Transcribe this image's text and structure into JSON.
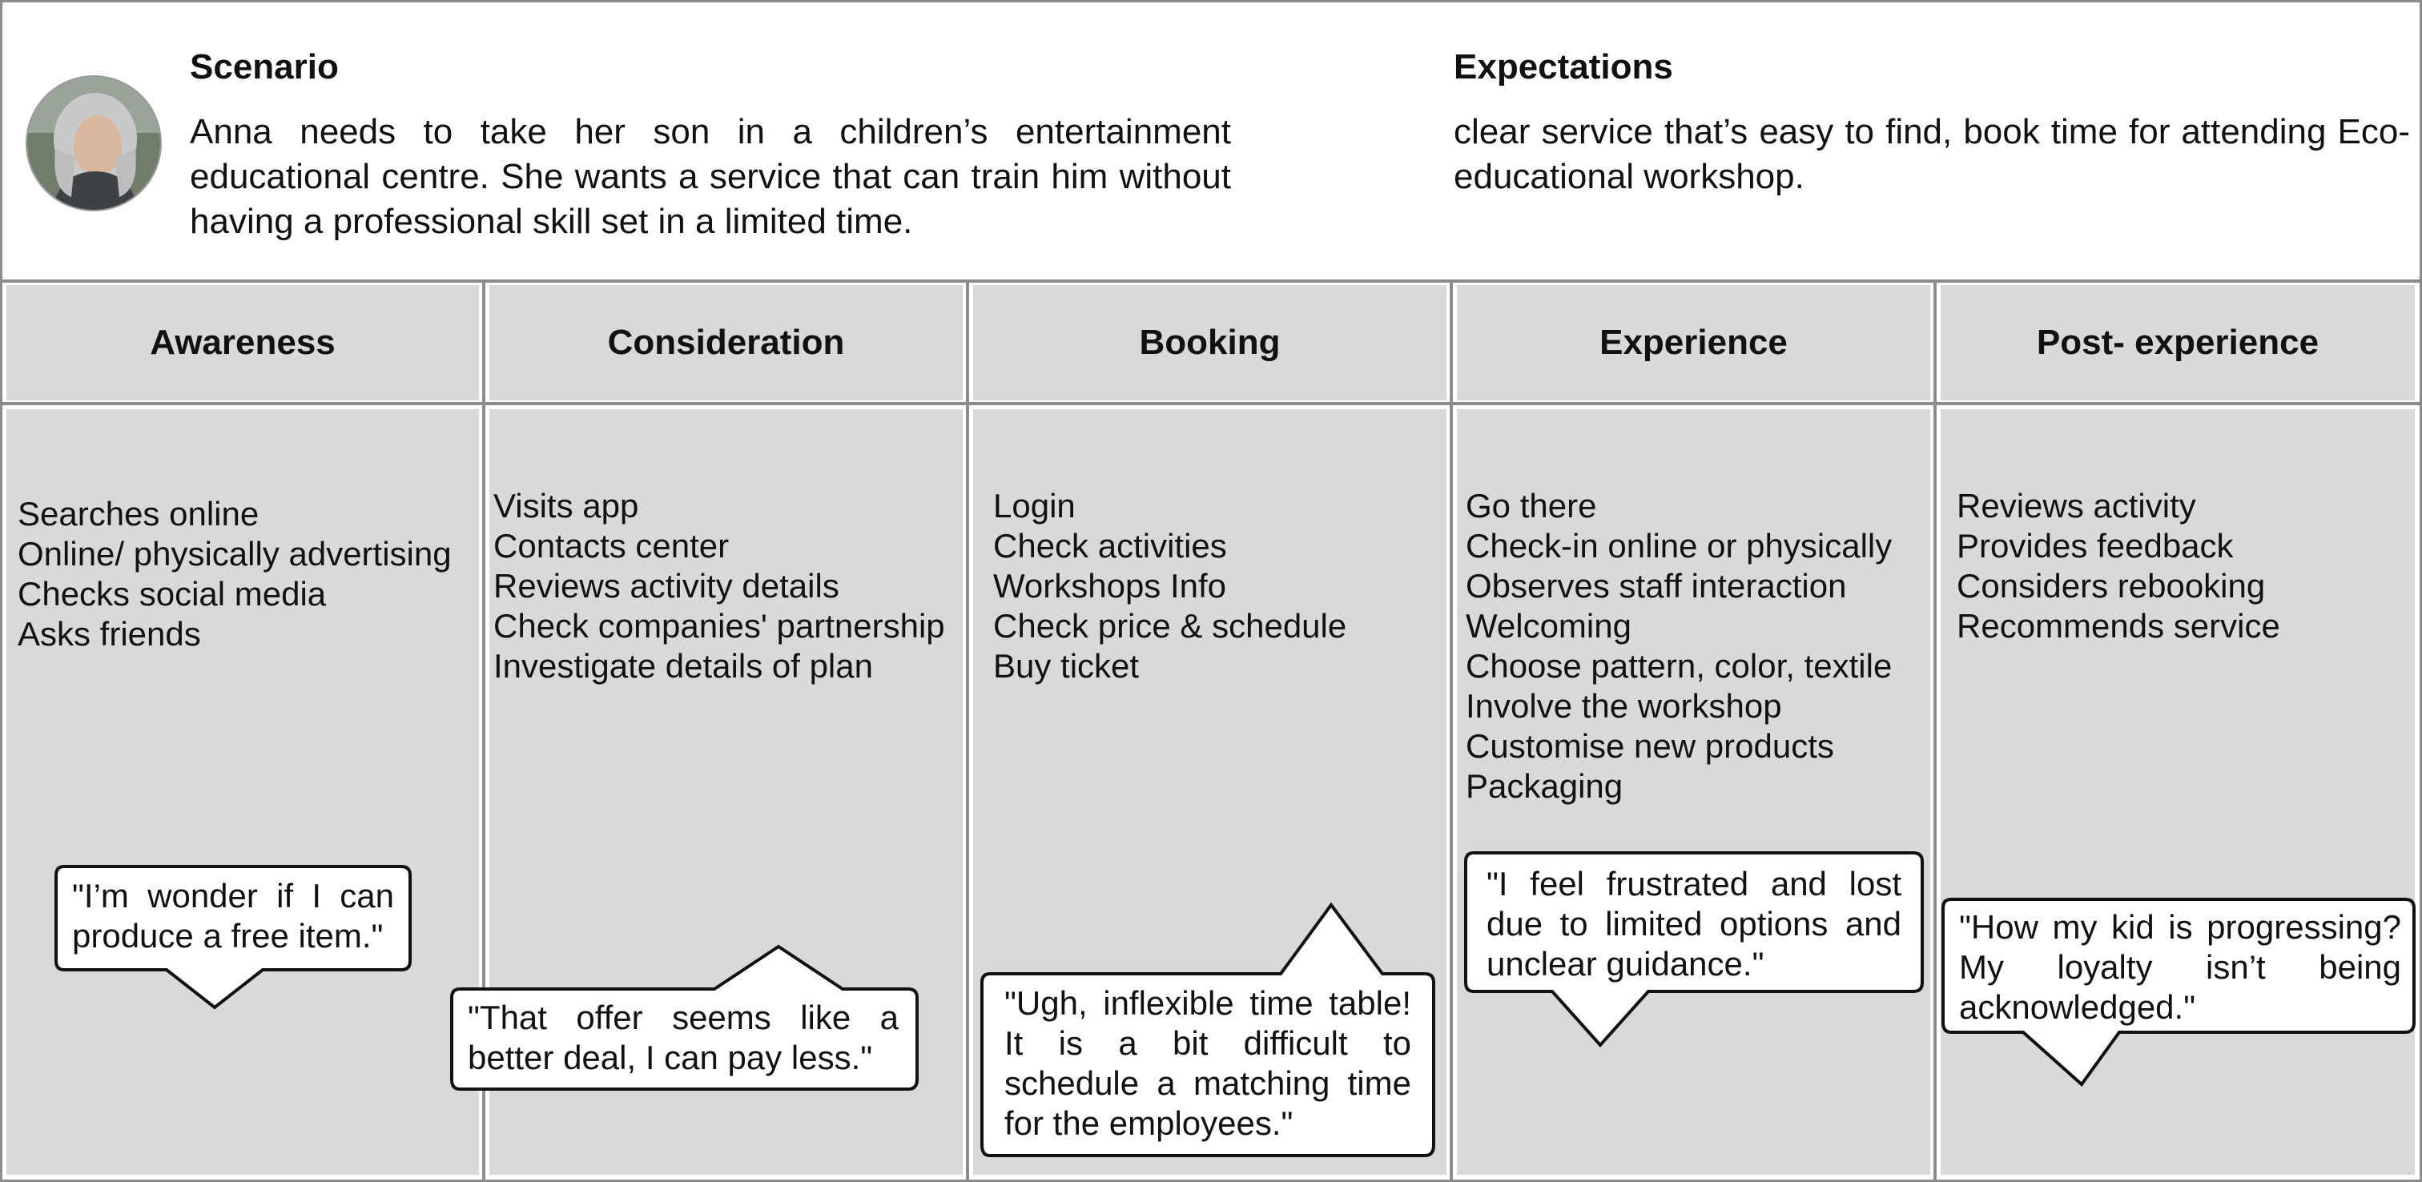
{
  "persona": {
    "scenario_title": "Scenario",
    "scenario_text": "Anna needs to take her son in a children’s entertainment educational centre. She wants a service that can train him without having a professional skill set in a limited time.",
    "expectations_title": "Expectations",
    "expectations_text": "clear service that’s easy to find, book time for attending Eco-educational workshop."
  },
  "stages": [
    {
      "title": "Awareness",
      "actions": [
        "Searches online",
        "Online/ physically advertising",
        "Checks social media",
        "Asks friends"
      ],
      "quote": "\"I’m wonder if I can produce a free item.\""
    },
    {
      "title": "Consideration",
      "actions": [
        "Visits app",
        "Contacts center",
        "Reviews activity details",
        "Check companies' partnership",
        "Investigate details of plan"
      ],
      "quote": "\"That offer seems like a better deal, I can pay less.\""
    },
    {
      "title": "Booking",
      "actions": [
        "Login",
        "Check activities",
        "Workshops Info",
        "Check price & schedule",
        "Buy ticket"
      ],
      "quote": "\"Ugh, inflexible time table! It is a bit difficult to schedule a matching time for the employees.\""
    },
    {
      "title": "Experience",
      "actions": [
        "Go there",
        "Check-in online or physically",
        "Observes staff interaction",
        "Welcoming",
        "Choose pattern, color, textile",
        "Involve the workshop",
        "Customise new products",
        "Packaging"
      ],
      "quote": "\"I feel frustrated and lost due to limited options and unclear guidance.\""
    },
    {
      "title": "Post- experience",
      "actions": [
        "Reviews activity",
        "Provides feedback",
        "Considers rebooking",
        "Recommends service"
      ],
      "quote": "\"How my kid is progressing? My loyalty isn’t being acknowledged.\""
    }
  ],
  "colors": {
    "stage_fill": "#d9d9d9",
    "grid_line": "#8c8c8c",
    "bubble_fill": "#ffffff",
    "bubble_stroke": "#111111"
  }
}
